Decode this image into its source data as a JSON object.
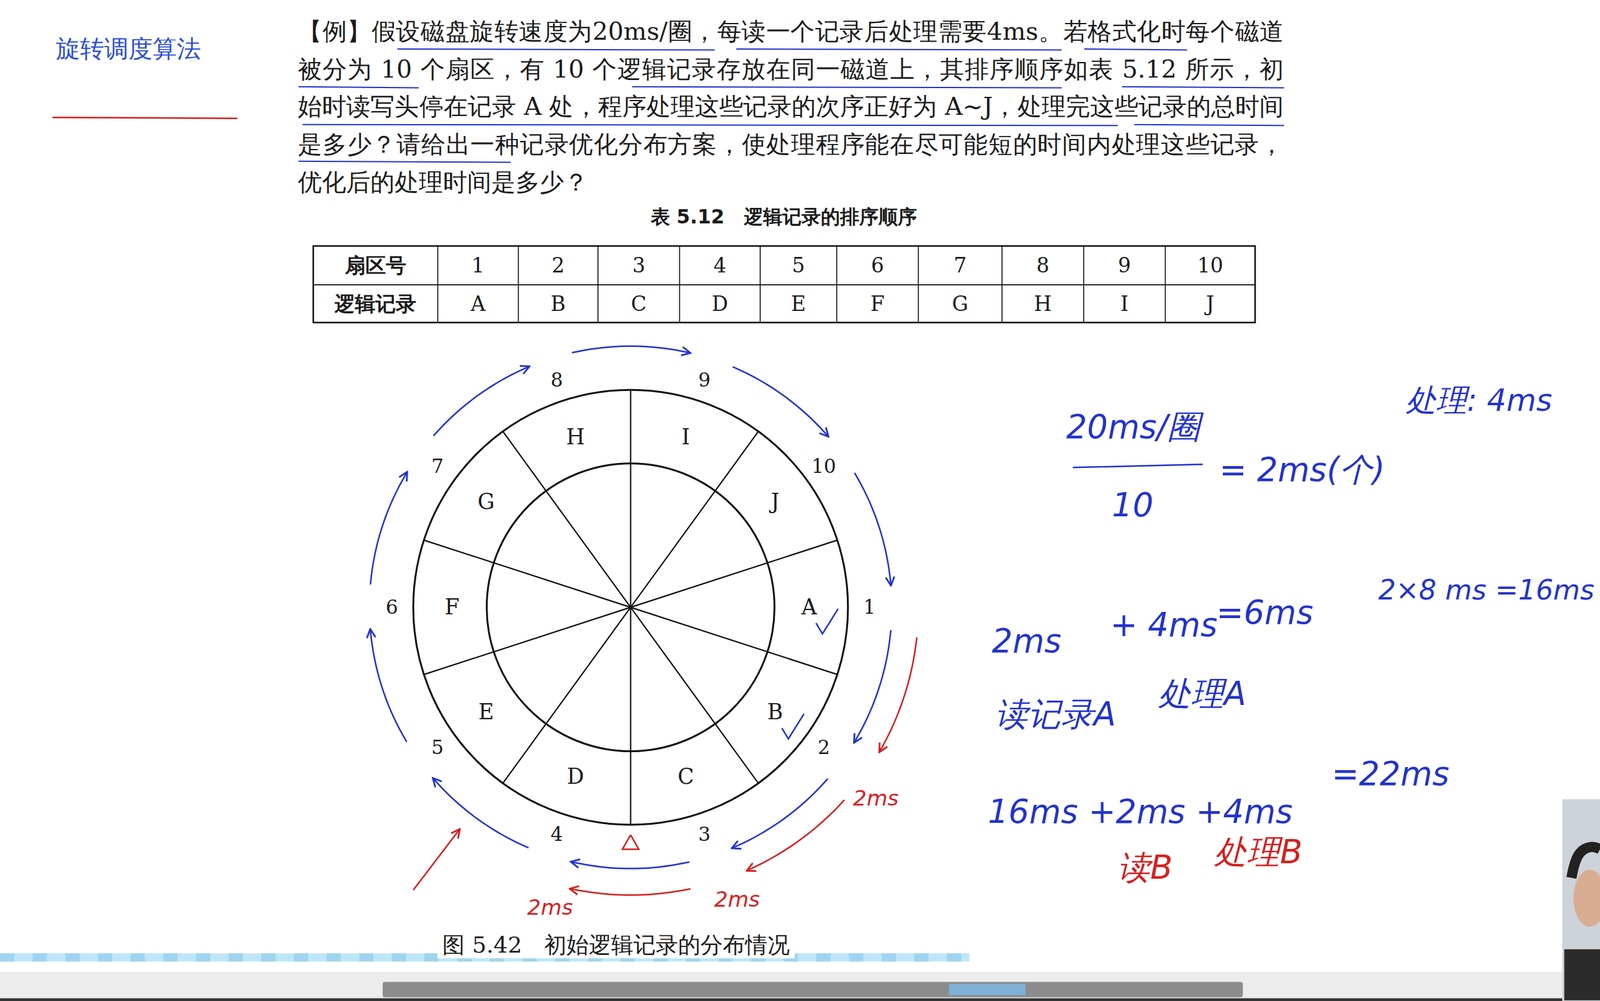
{
  "diagram": {
    "title": "旋转调度算法",
    "caption": "图 5.42　初始逻辑记录的分布情况",
    "labels": [
      "【例】假设磁盘旋转速度为20ms/圈，每读一个记录后处理需要4ms。若格式化时每个磁道被分为 10 个扇区，有 10 个逻辑记录存放在同一磁道上，其排序顺序如表 5.12 所示，初始时读写头停在记录 A 处，程序处理这些记录的次序正好为 A~J，处理完这些记录的总时间是多少？请给出一种记录优化分布方案，使处理程序能在尽可能短的时间内处理这些记录，优化后的处理时间是多少？",
      "表 5.12　逻辑记录的排序顺序",
      "扇区号",
      "1",
      "2",
      "3",
      "4",
      "5",
      "6",
      "7",
      "8",
      "9",
      "10",
      "逻辑记录",
      "A",
      "B",
      "C",
      "D",
      "E",
      "F",
      "G",
      "H",
      "I",
      "J",
      "A",
      "B",
      "C",
      "D",
      "E",
      "F",
      "G",
      "H",
      "I",
      "J",
      "1",
      "2",
      "3",
      "4",
      "5",
      "6",
      "7",
      "8",
      "9",
      "10",
      "2ms",
      "2ms",
      "2ms",
      "20ms/圈",
      "10",
      "= 2ms(个)",
      "处理: 4ms",
      "2ms",
      "+ 4ms",
      "=6ms",
      "2×8 ms =16ms",
      "读记录A",
      "处理A",
      "16ms +2ms +4ms",
      "=22ms",
      "读B",
      "处理B"
    ]
  }
}
